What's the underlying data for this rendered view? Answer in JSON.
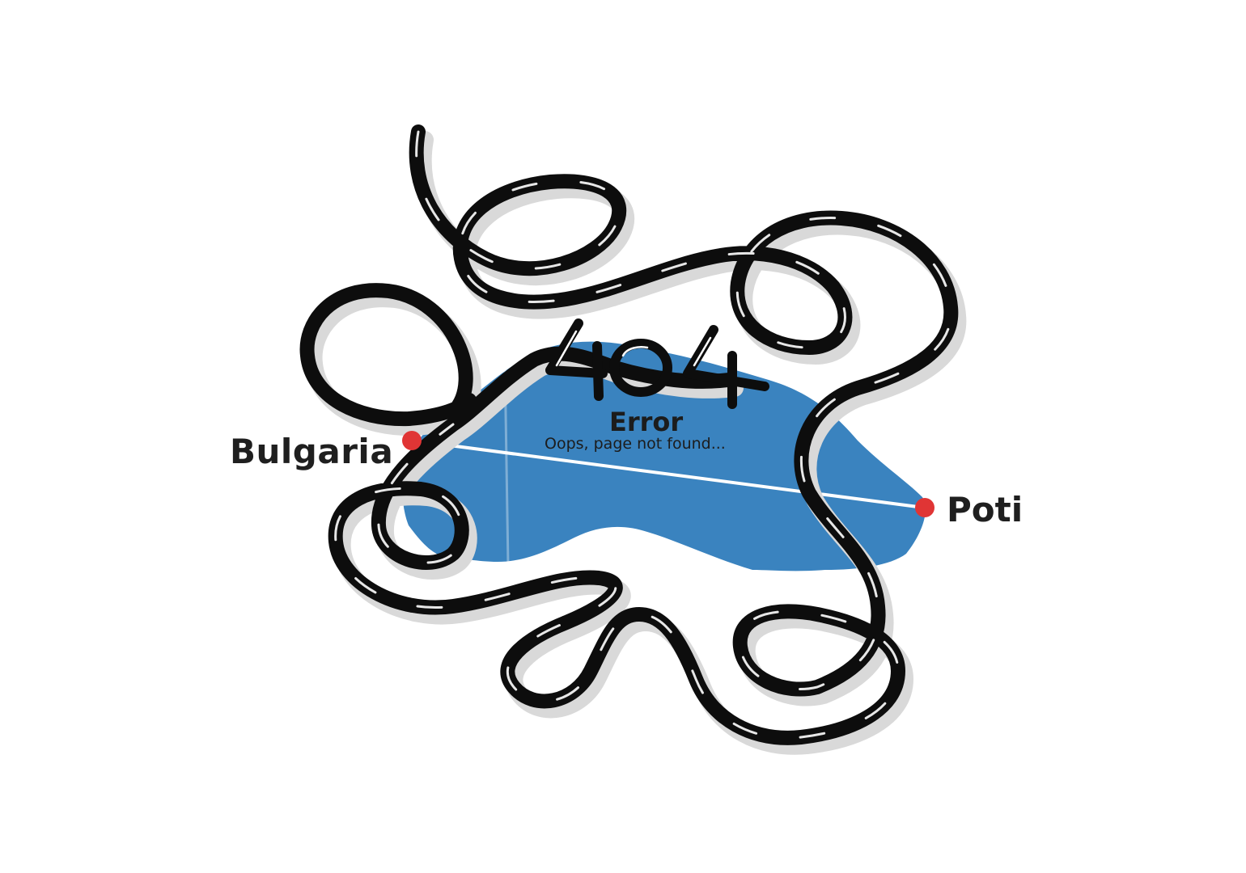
{
  "map": {
    "start_label": "Bulgaria",
    "end_label": "Poti",
    "sea_color": "#3a83bf",
    "route_color": "#ffffff",
    "marker_color": "#e03535",
    "rope_color": "#0d0d0d"
  },
  "error": {
    "code": "404",
    "title": "Error",
    "message": "Oops, page not found..."
  },
  "icons": {
    "start_marker": "location-dot-icon",
    "end_marker": "location-dot-icon",
    "rope": "tangled-rope-illustration"
  }
}
